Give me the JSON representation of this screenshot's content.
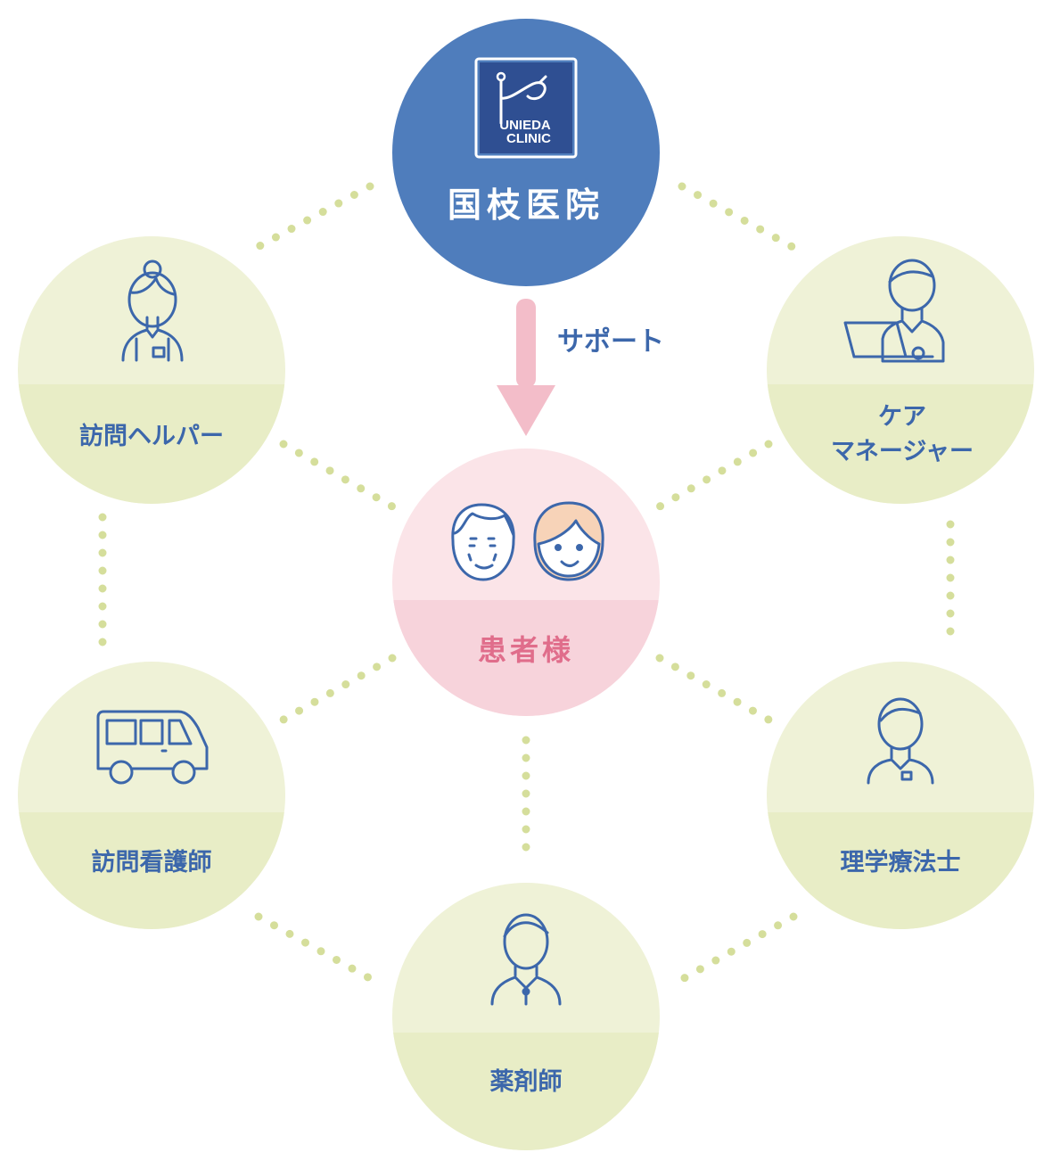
{
  "colors": {
    "clinic_blue": "#4f7dbc",
    "node_light": "#eff2d7",
    "node_band": "#e8edc6",
    "patient_light": "#fbe4e8",
    "patient_band": "#f7d3db",
    "arrow_pink": "#f3bdc9",
    "text_blue": "#3c67ab",
    "text_pink": "#e06d8b",
    "dots": "#d5de9b"
  },
  "clinic": {
    "logo_line1": "UNIEDA",
    "logo_line2": "CLINIC",
    "name": "国枝医院",
    "logo_icon": "stethoscope-icon"
  },
  "arrow": {
    "label": "サポート"
  },
  "patient": {
    "label": "患者様",
    "icon": "elderly-couple-icon"
  },
  "nodes": {
    "helper": {
      "label": "訪問ヘルパー",
      "icon": "caregiver-woman-icon"
    },
    "care_manager": {
      "label_line1": "ケア",
      "label_line2": "マネージャー",
      "icon": "manager-laptop-icon"
    },
    "nurse": {
      "label": "訪問看護師",
      "icon": "van-icon"
    },
    "therapist": {
      "label": "理学療法士",
      "icon": "therapist-icon"
    },
    "pharmacist": {
      "label": "薬剤師",
      "icon": "pharmacist-icon"
    }
  }
}
